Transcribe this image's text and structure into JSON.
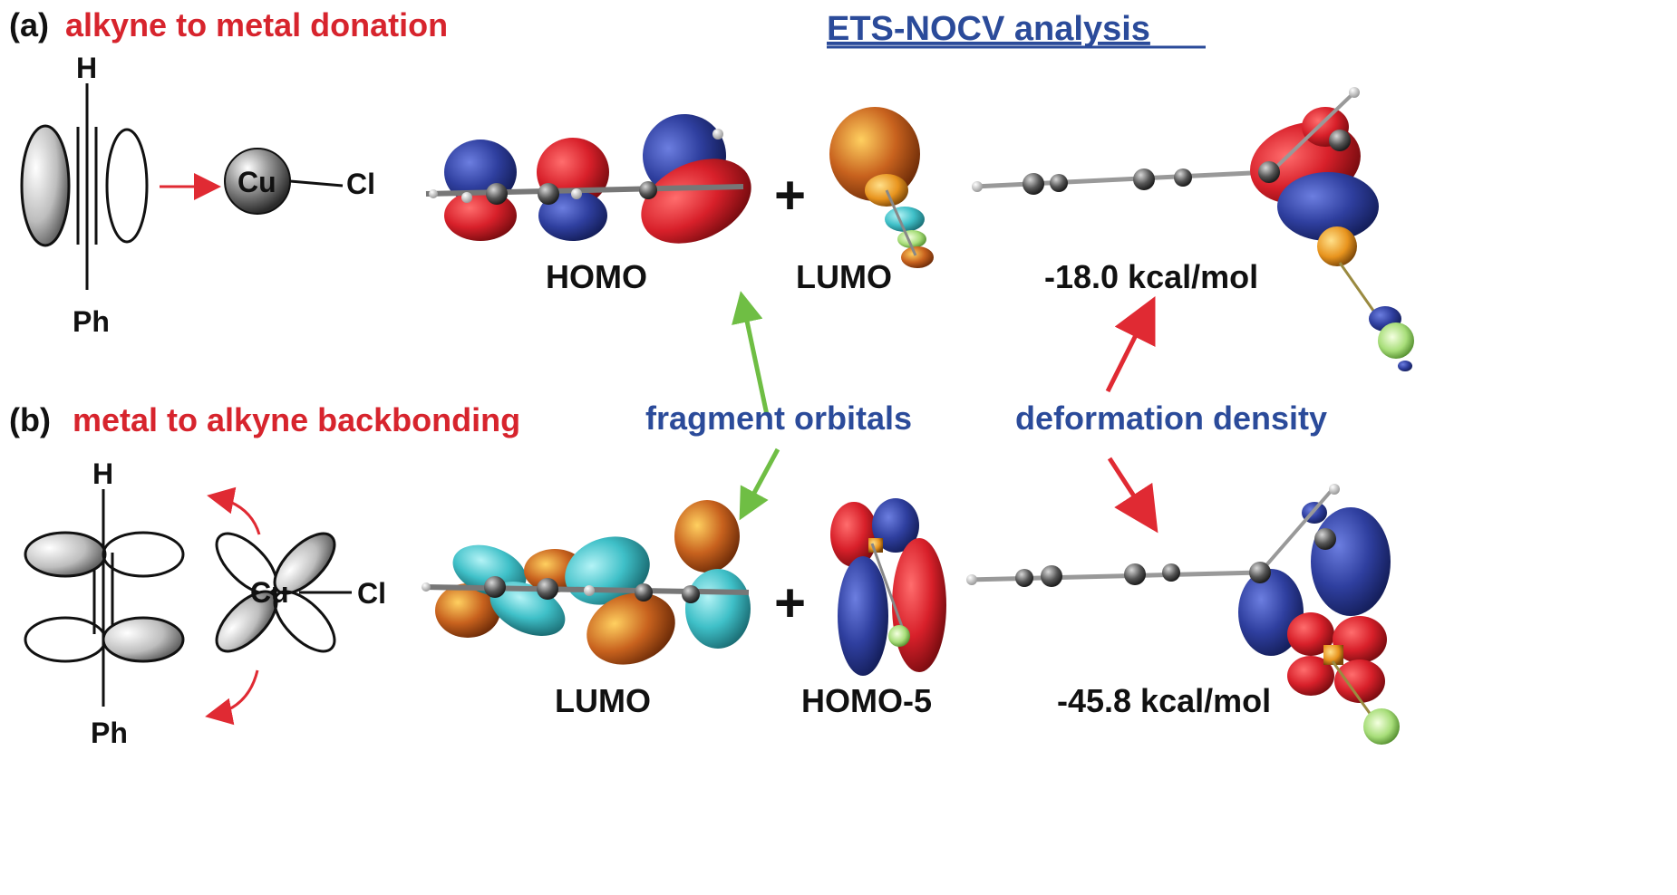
{
  "panel_a": {
    "tag": "(a)",
    "title": "alkyne to metal donation",
    "atom_top": "H",
    "atom_bottom": "Ph",
    "metal": "Cu",
    "halide": "Cl",
    "occupied_label": "HOMO",
    "virtual_label": "LUMO",
    "energy": "-18.0 kcal/mol"
  },
  "panel_b": {
    "tag": "(b)",
    "title": "metal to alkyne backbonding",
    "atom_top": "H",
    "atom_bottom": "Ph",
    "metal": "Cu",
    "halide": "Cl",
    "virtual_label": "LUMO",
    "occupied_label": "HOMO-5",
    "energy": "-45.8 kcal/mol"
  },
  "header": {
    "title": "ETS-NOCV analysis"
  },
  "annotations": {
    "fragment": "fragment orbitals",
    "deformation": "deformation density",
    "plus": "+"
  },
  "colors": {
    "title_red": "#d7242d",
    "title_blue": "#2b4b9a",
    "arrow_green": "#6fbe44",
    "arrow_red": "#e02a33",
    "lobe_red": "#d8202a",
    "lobe_blue": "#2f3f9f",
    "lobe_cyan": "#3fc0c8",
    "lobe_orange": "#c8621e"
  }
}
